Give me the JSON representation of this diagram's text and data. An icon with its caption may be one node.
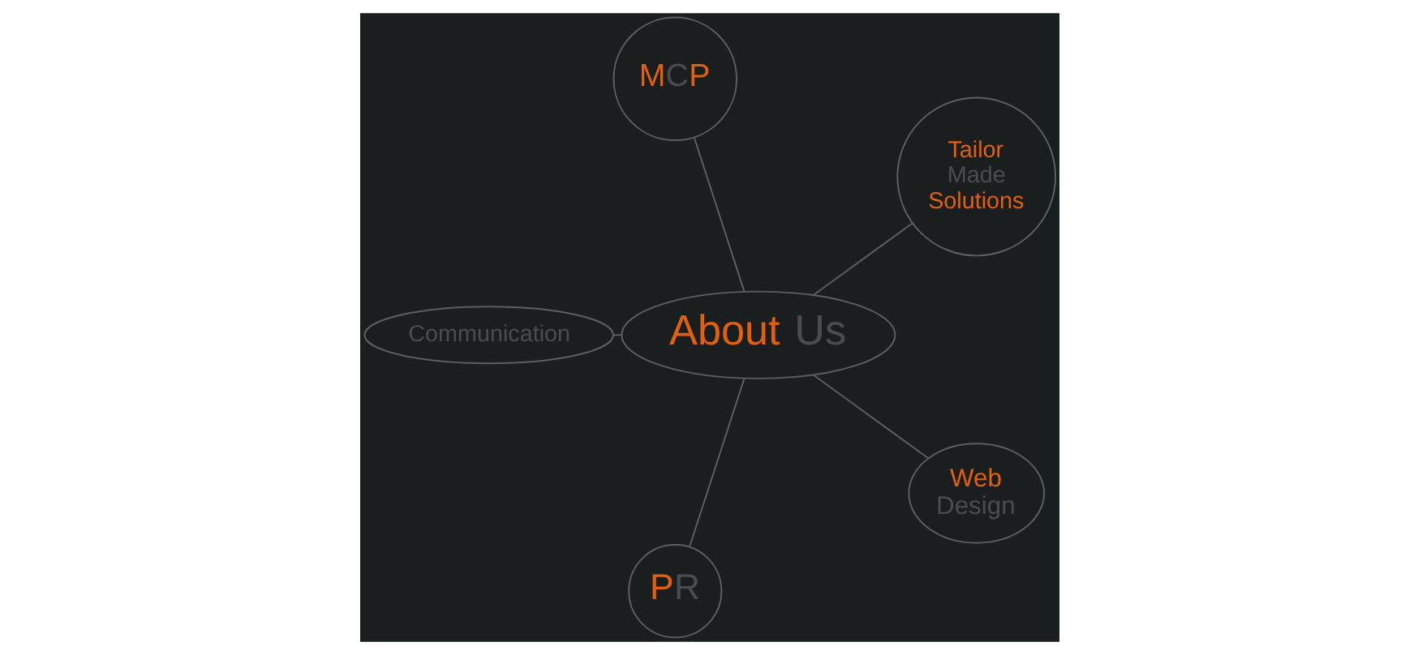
{
  "diagram": {
    "nodes": [
      {
        "text": [
          "About Us"
        ]
      },
      {
        "text": [
          "Tailor Made Solutions"
        ]
      },
      {
        "text": [
          "MCP"
        ]
      },
      {
        "text": [
          "Communication"
        ]
      },
      {
        "text": [
          "PR"
        ]
      },
      {
        "text": [
          "Web Design"
        ]
      }
    ],
    "edges": [
      {
        "from": 0,
        "to": 1,
        "arrow": "none"
      },
      {
        "from": 0,
        "to": 2,
        "arrow": "none"
      },
      {
        "from": 0,
        "to": 3,
        "arrow": "none"
      },
      {
        "from": 0,
        "to": 4,
        "arrow": "none"
      },
      {
        "from": 0,
        "to": 5,
        "arrow": "none"
      }
    ]
  }
}
